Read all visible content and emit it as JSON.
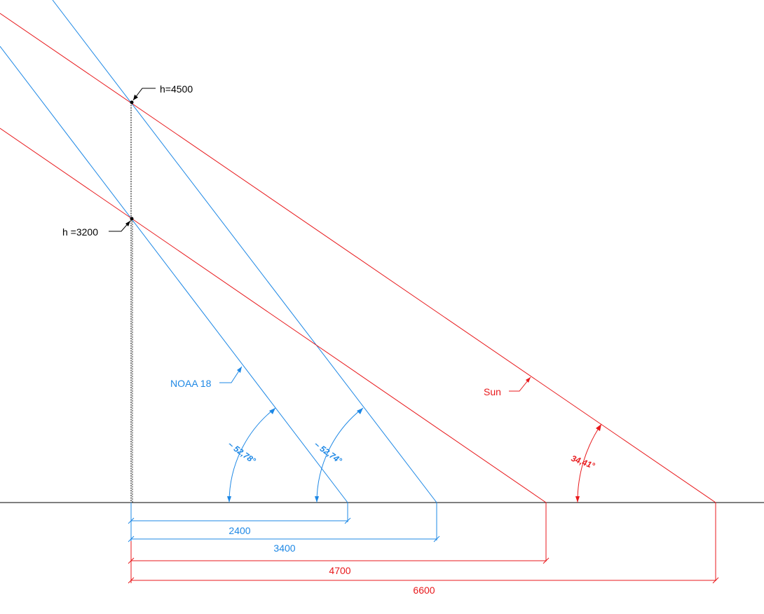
{
  "colors": {
    "blue": "#1e88e5",
    "red": "#e8191c",
    "black": "#000000"
  },
  "labels": {
    "h_top": "h=4500",
    "h_low": "h =3200",
    "noaa": "NOAA 18",
    "sun": "Sun"
  },
  "angles": {
    "noaa_a": "~ 52,78°",
    "noaa_b": "~ 52,74°",
    "sun": "34,41°"
  },
  "dimensions": {
    "d1": "2400",
    "d2": "3400",
    "d3": "4700",
    "d4": "6600"
  }
}
